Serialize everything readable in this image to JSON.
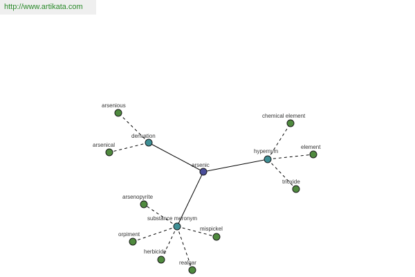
{
  "watermark": {
    "url_text": "http://www.artikata.com"
  },
  "colors": {
    "root": "#4a4e9a",
    "relation": "#3e8f95",
    "leaf": "#4f8a3e"
  },
  "graph": {
    "root": {
      "label": "arsenic",
      "kind": "root"
    },
    "relations": [
      {
        "label": "derivation",
        "kind": "relation",
        "terms": [
          "arsenious",
          "arsenical"
        ]
      },
      {
        "label": "hypernym",
        "kind": "relation",
        "terms": [
          "chemical element",
          "element",
          "trioxide"
        ]
      },
      {
        "label": "substance meronym",
        "kind": "relation",
        "terms": [
          "arsenopyrite",
          "mispickel",
          "orpiment",
          "herbicide",
          "realgar"
        ]
      }
    ]
  }
}
